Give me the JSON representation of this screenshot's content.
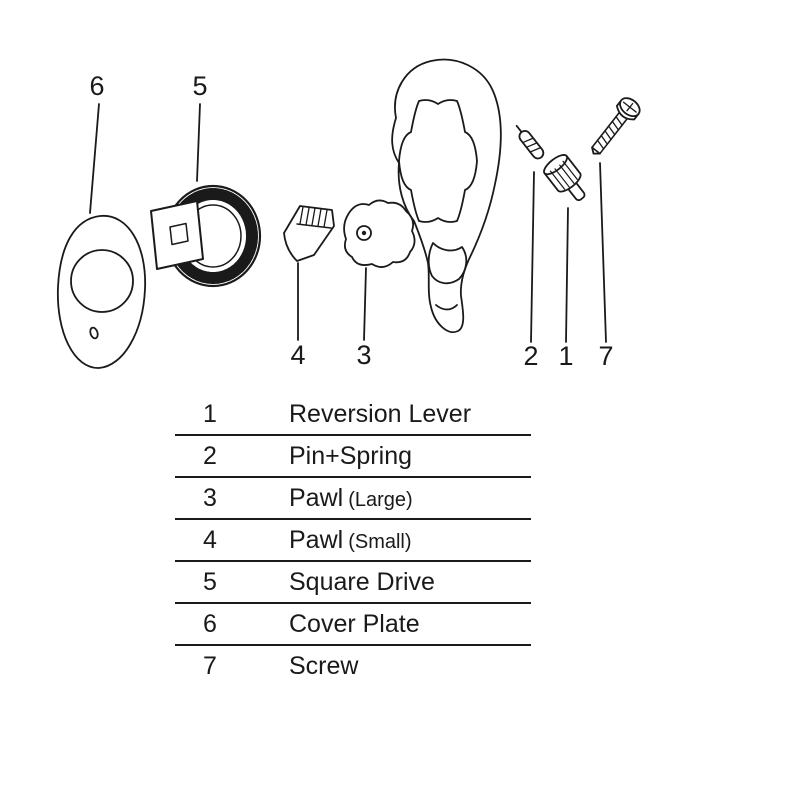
{
  "diagram": {
    "callouts": [
      {
        "label": "6"
      },
      {
        "label": "5"
      },
      {
        "label": "4"
      },
      {
        "label": "3"
      },
      {
        "label": "2"
      },
      {
        "label": "1"
      },
      {
        "label": "7"
      }
    ]
  },
  "table": {
    "rows": [
      {
        "num": "1",
        "name": "Reversion Lever",
        "note": ""
      },
      {
        "num": "2",
        "name": "Pin+Spring",
        "note": ""
      },
      {
        "num": "3",
        "name": "Pawl",
        "note": "(Large)"
      },
      {
        "num": "4",
        "name": "Pawl",
        "note": "(Small)"
      },
      {
        "num": "5",
        "name": "Square Drive",
        "note": ""
      },
      {
        "num": "6",
        "name": "Cover Plate",
        "note": ""
      },
      {
        "num": "7",
        "name": "Screw",
        "note": ""
      }
    ]
  }
}
